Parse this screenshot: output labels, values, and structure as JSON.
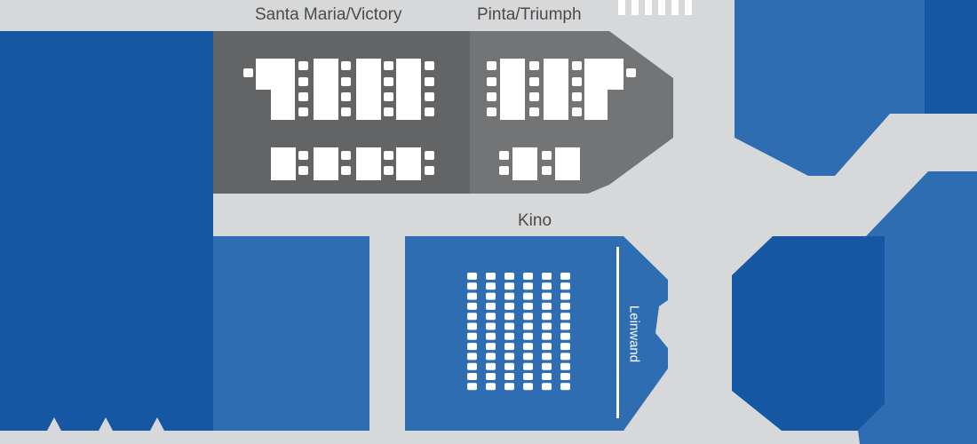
{
  "rooms": {
    "santa_maria": {
      "name": "Santa Maria/Victory"
    },
    "pinta": {
      "name": "Pinta/Triumph"
    },
    "kino": {
      "name": "Kino",
      "screen_label": "Leinwand"
    }
  },
  "colors": {
    "background": "#d7d8da",
    "blue_dark": "#1557a3",
    "blue_medium": "#2f6db3",
    "room_dark_gray": "#636466",
    "room_mid_gray": "#737476",
    "furniture": "#ffffff"
  },
  "kino_seating": {
    "rows": 12,
    "columns": 6
  }
}
